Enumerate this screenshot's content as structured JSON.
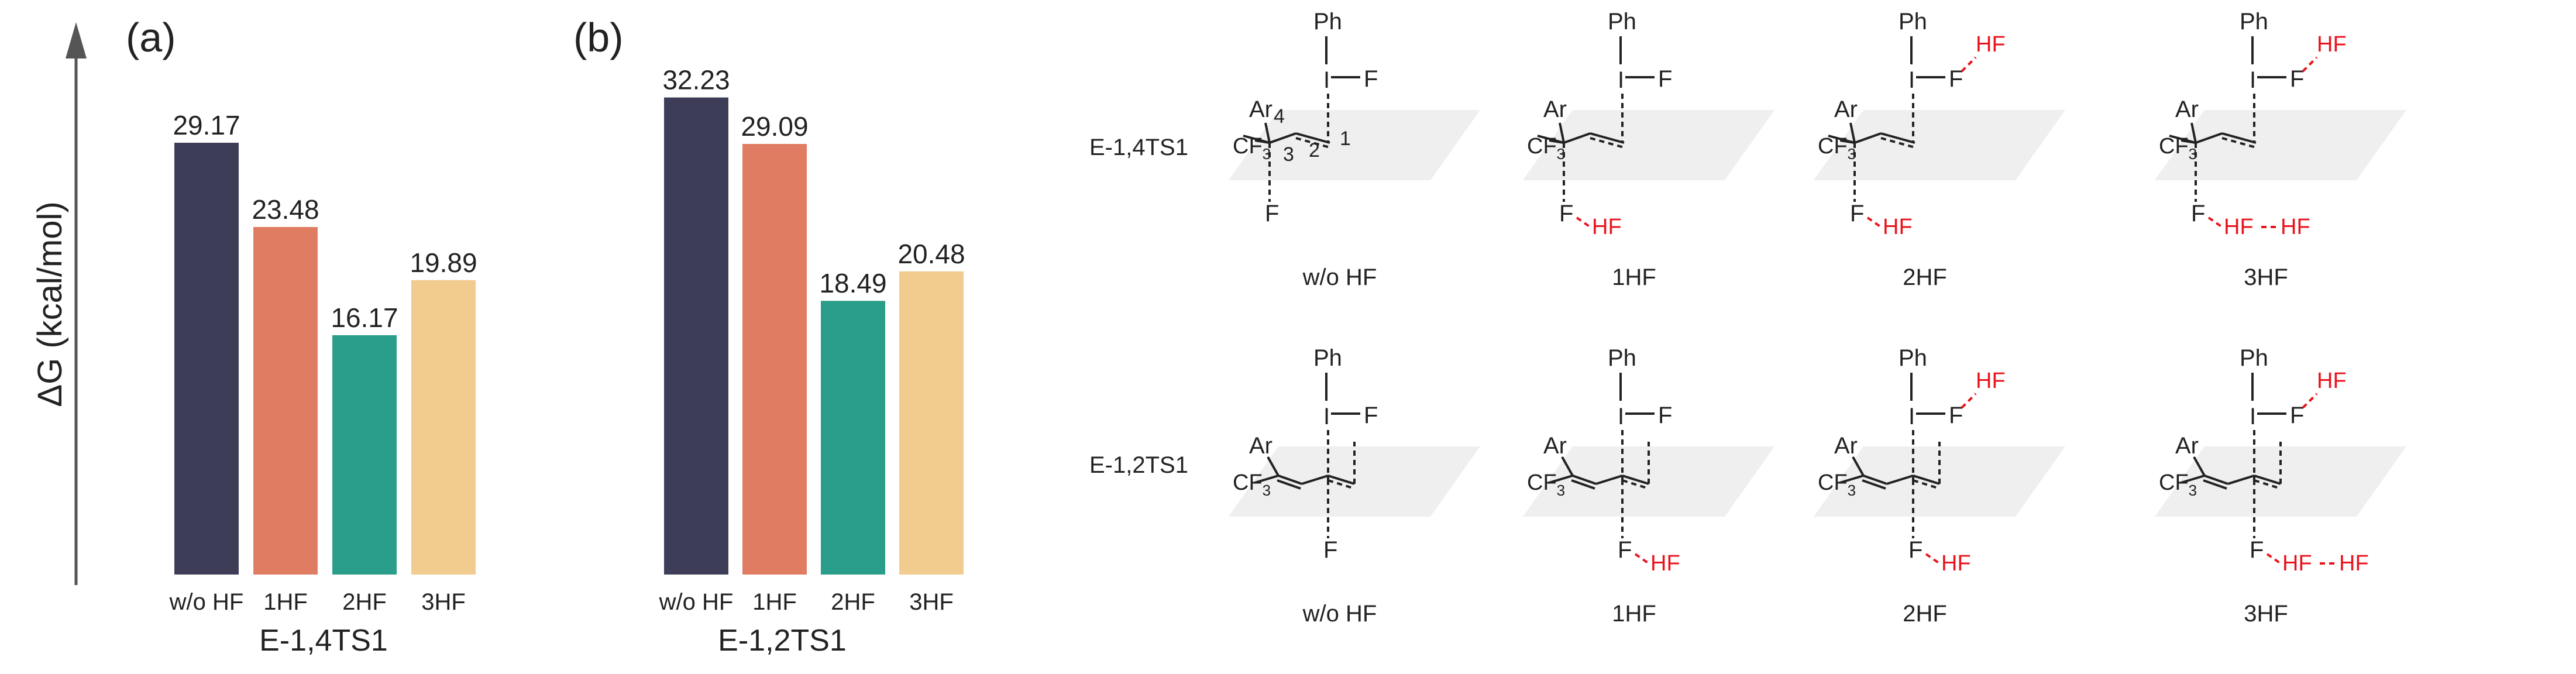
{
  "y_axis_label": "ΔG (kcal/mol)",
  "chart_data": [
    {
      "type": "bar",
      "panel": "(a)",
      "categories": [
        "w/o HF",
        "1HF",
        "2HF",
        "3HF"
      ],
      "values": [
        29.17,
        23.48,
        16.17,
        19.89
      ],
      "value_labels": [
        "29.17",
        "23.48",
        "16.17",
        "19.89"
      ],
      "colors": [
        "#3d3d57",
        "#e07c62",
        "#2a9e8a",
        "#f2cb8e"
      ],
      "xlabel": "E-1,4TS1",
      "ylabel": "ΔG (kcal/mol)",
      "ylim": [
        0,
        36.7
      ],
      "grid": false
    },
    {
      "type": "bar",
      "panel": "(b)",
      "categories": [
        "w/o HF",
        "1HF",
        "2HF",
        "3HF"
      ],
      "values": [
        32.23,
        29.09,
        18.49,
        20.48
      ],
      "value_labels": [
        "32.23",
        "29.09",
        "18.49",
        "20.48"
      ],
      "colors": [
        "#3d3d57",
        "#e07c62",
        "#2a9e8a",
        "#f2cb8e"
      ],
      "xlabel": "E-1,2TS1",
      "ylabel": "ΔG (kcal/mol)",
      "ylim": [
        0,
        36.7
      ],
      "grid": false
    }
  ],
  "structures": {
    "rows": [
      {
        "label": "E-1,4TS1",
        "items": [
          {
            "caption": "w/o HF",
            "hf_on_iodine": 0,
            "hf_on_fluorine": 0
          },
          {
            "caption": "1HF",
            "hf_on_iodine": 0,
            "hf_on_fluorine": 1
          },
          {
            "caption": "2HF",
            "hf_on_iodine": 1,
            "hf_on_fluorine": 1
          },
          {
            "caption": "3HF",
            "hf_on_iodine": 1,
            "hf_on_fluorine": 2
          }
        ]
      },
      {
        "label": "E-1,2TS1",
        "items": [
          {
            "caption": "w/o HF",
            "hf_on_iodine": 0,
            "hf_on_fluorine": 0
          },
          {
            "caption": "1HF",
            "hf_on_iodine": 0,
            "hf_on_fluorine": 1
          },
          {
            "caption": "2HF",
            "hf_on_iodine": 1,
            "hf_on_fluorine": 1
          },
          {
            "caption": "3HF",
            "hf_on_iodine": 1,
            "hf_on_fluorine": 2
          }
        ]
      }
    ],
    "atom_labels": {
      "ph": "Ph",
      "i": "I",
      "f": "F",
      "ar": "Ar",
      "cf3_main": "CF",
      "cf3_sub": "3",
      "hf": "HF"
    },
    "position_numbers": [
      "1",
      "2",
      "3",
      "4"
    ],
    "hf_color": "#e8141c"
  }
}
